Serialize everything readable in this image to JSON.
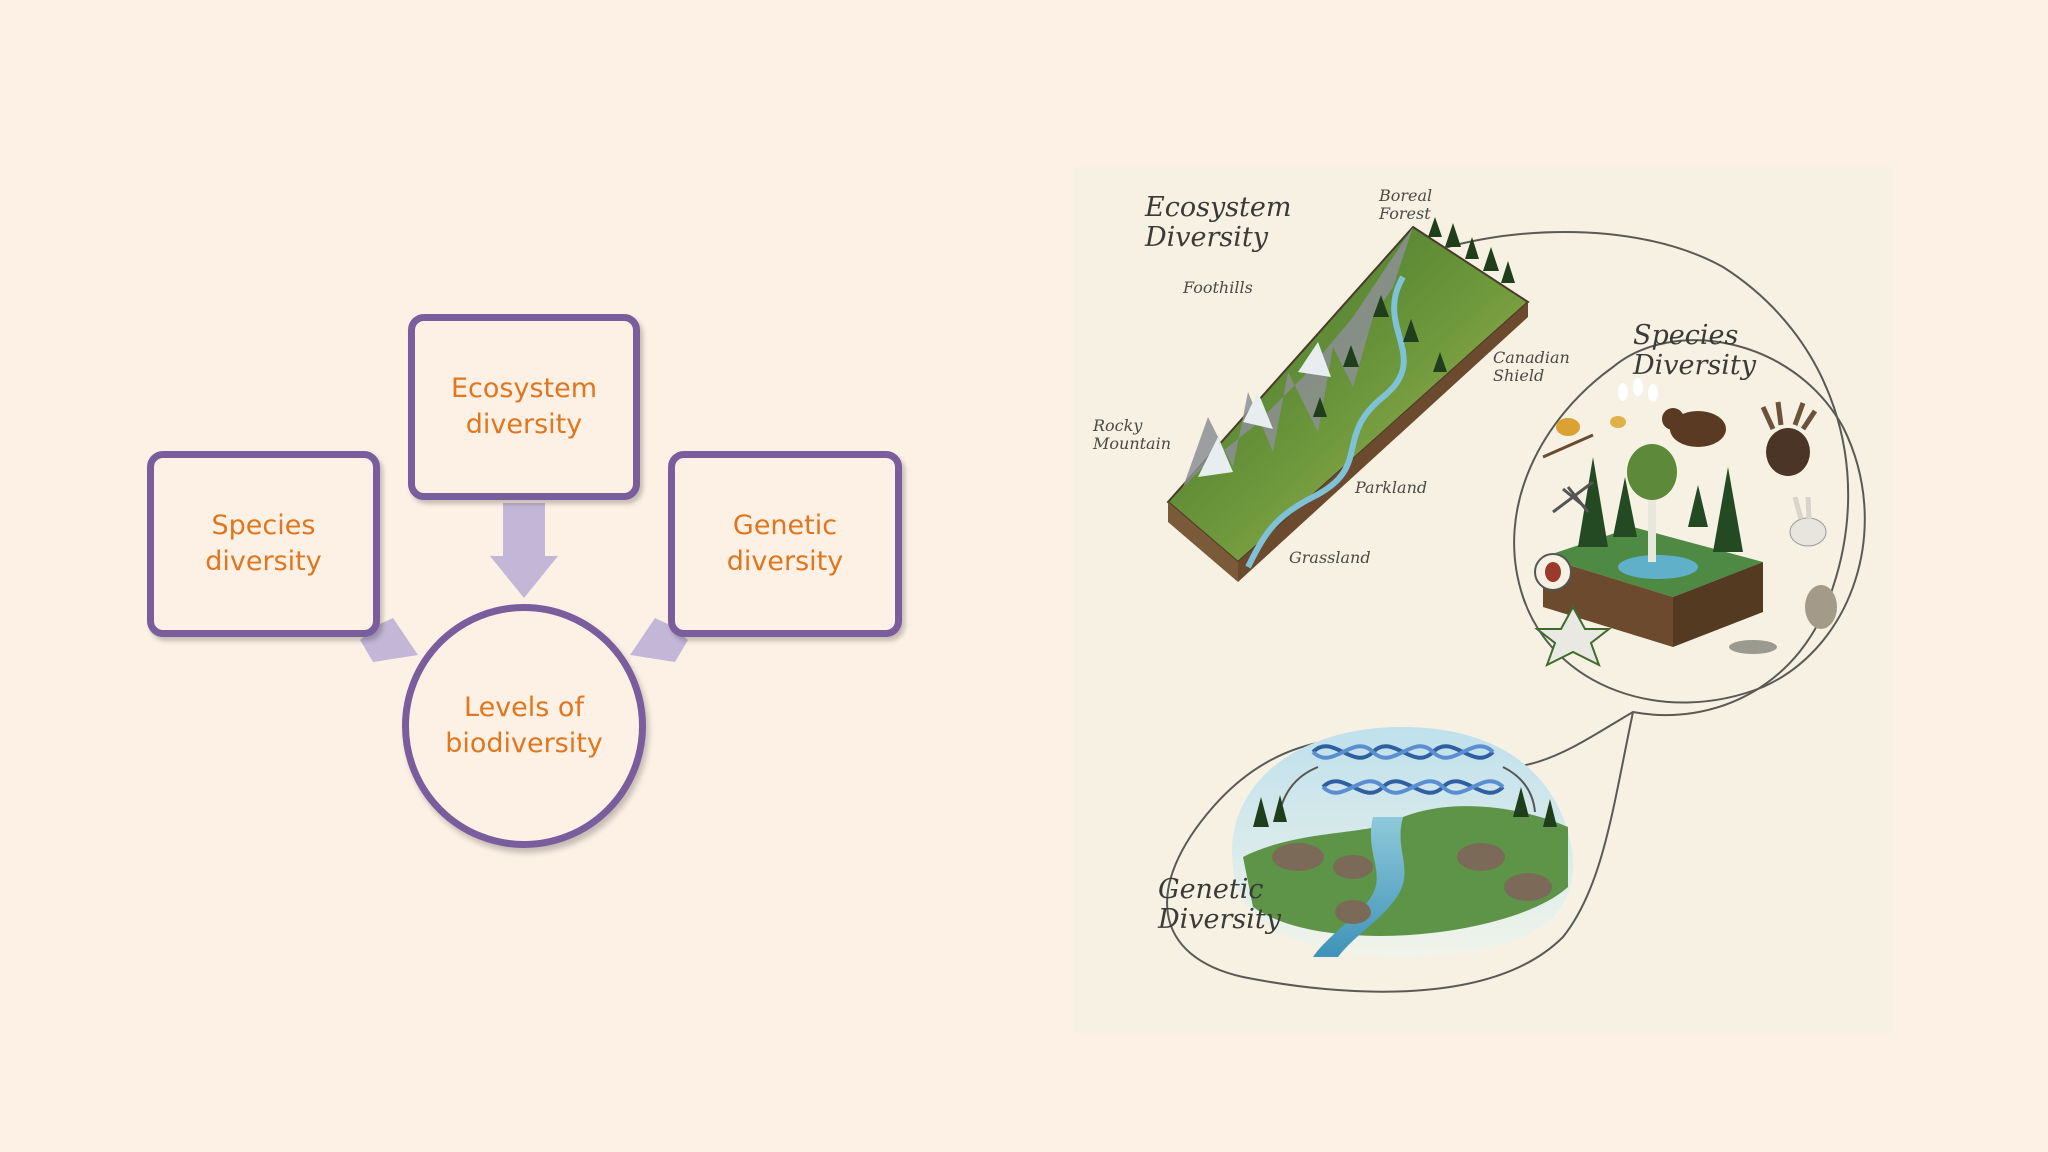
{
  "diagram": {
    "center": "Levels of biodiversity",
    "nodes": {
      "species": "Species diversity",
      "ecosystem": "Ecosystem diversity",
      "genetic": "Genetic diversity"
    },
    "colors": {
      "border": "#7a5d9d",
      "arrow": "#c3b6d7",
      "text": "#e0761e",
      "background": "#fdf1e6"
    }
  },
  "illustration": {
    "titles": {
      "ecosystem": "Ecosystem\nDiversity",
      "species": "Species\nDiversity",
      "genetic": "Genetic\nDiversity"
    },
    "landscape_labels": {
      "boreal": "Boreal\nForest",
      "foothills": "Foothills",
      "canadian": "Canadian\nShield",
      "rocky": "Rocky\nMountain",
      "parkland": "Parkland",
      "grassland": "Grassland"
    }
  }
}
